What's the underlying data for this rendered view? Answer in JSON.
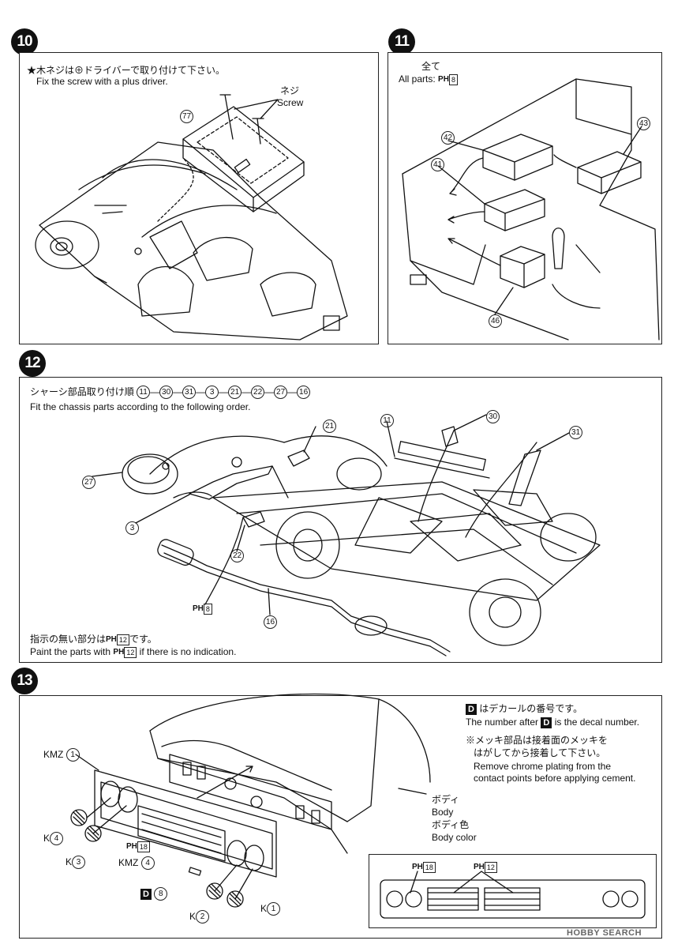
{
  "step10": {
    "number": "10",
    "note_jp": "★木ネジは⊕ドライバーで取り付けて下さい。",
    "note_en": "Fix the screw with a plus driver.",
    "screw_jp": "ネジ",
    "screw_en": "Screw",
    "part": "77"
  },
  "step11": {
    "number": "11",
    "all_jp": "全て",
    "all_en": "All parts",
    "paint_code": "PH",
    "paint_num": "8",
    "parts": [
      "42",
      "43",
      "41",
      "46"
    ]
  },
  "step12": {
    "number": "12",
    "order_jp": "シャーシ部品取り付け順",
    "order_seq": [
      "11",
      "30",
      "31",
      "3",
      "21",
      "22",
      "27",
      "16"
    ],
    "order_en": "Fit the chassis parts according to the following order.",
    "parts": [
      "21",
      "11",
      "30",
      "31",
      "27",
      "3",
      "22",
      "16"
    ],
    "paint_code": "PH",
    "paint_num": "8",
    "note_jp_pre": "指示の無い部分は",
    "note_jp_post": "です。",
    "note_en_pre": "Paint the parts with",
    "note_en_post": "if there is no indication.",
    "note_paint_num": "12"
  },
  "step13": {
    "number": "13",
    "decal_letter": "D",
    "decal_jp": "はデカールの番号です。",
    "decal_en_pre": "The number after",
    "decal_en_post": "is the decal number.",
    "chrome_jp_1": "※メッキ部品は接着面のメッキを",
    "chrome_jp_2": "はがしてから接着して下さい。",
    "chrome_en_1": "Remove chrome plating from the",
    "chrome_en_2": "contact points before applying cement.",
    "body_jp": "ボディ",
    "body_en": "Body",
    "bodycolor_jp": "ボディ色",
    "bodycolor_en": "Body color",
    "labels": {
      "kmz1_prefix": "KMZ",
      "kmz1_num": "1",
      "k4_prefix": "K",
      "k4_num": "4",
      "k3_prefix": "K",
      "k3_num": "3",
      "ph18_code": "PH",
      "ph18_num": "18",
      "kmz4_prefix": "KMZ",
      "kmz4_num": "4",
      "d8_letter": "D",
      "d8_num": "8",
      "k2_prefix": "K",
      "k2_num": "2",
      "k1_prefix": "K",
      "k1_num": "1"
    },
    "inset": {
      "code_a": "PH",
      "num_a": "18",
      "code_b": "PH",
      "num_b": "12"
    }
  },
  "watermark": "HOBBY SEARCH"
}
